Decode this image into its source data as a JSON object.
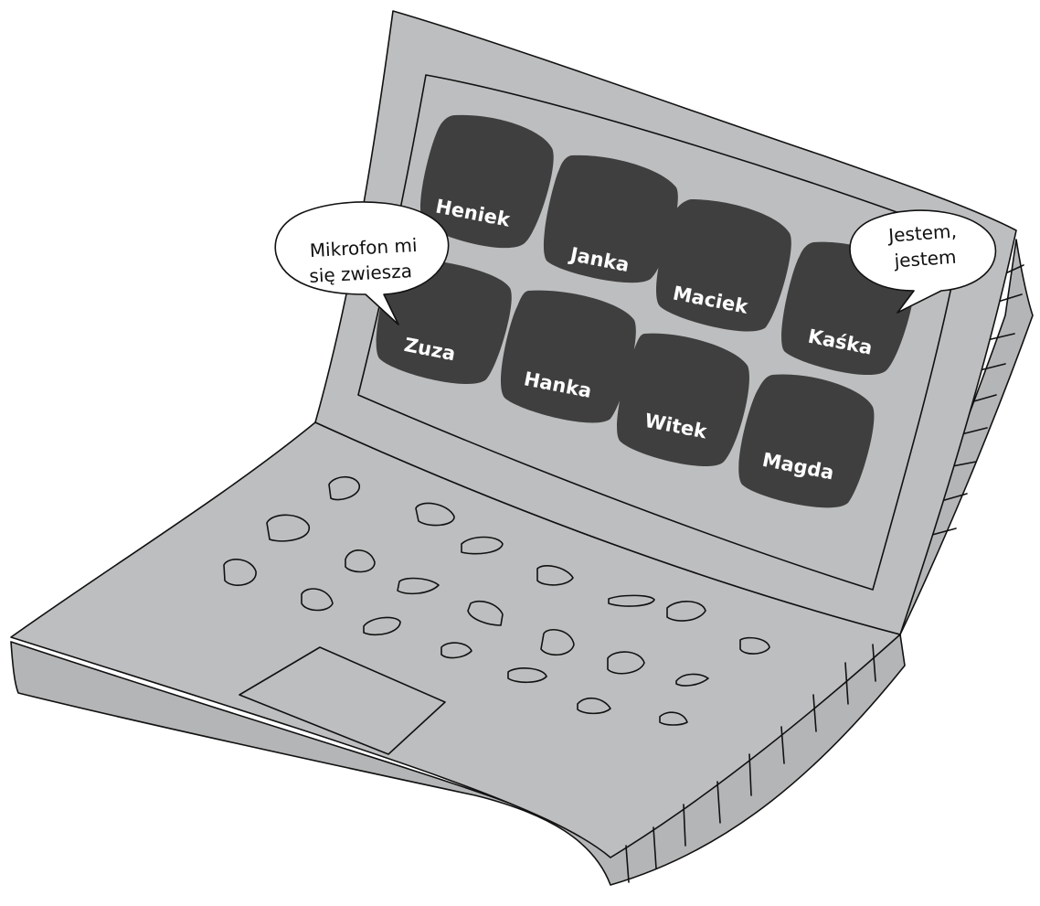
{
  "participants": [
    {
      "name": "Heniek"
    },
    {
      "name": "Janka"
    },
    {
      "name": "Maciek"
    },
    {
      "name": "Kaśka"
    },
    {
      "name": "Zuza"
    },
    {
      "name": "Hanka"
    },
    {
      "name": "Witek"
    },
    {
      "name": "Magda"
    }
  ],
  "bubbles": {
    "left": {
      "line1": "Mikrofon mi",
      "line2": "się zwiesza"
    },
    "right": {
      "line1": "Jestem,",
      "line2": "jestem"
    }
  },
  "colors": {
    "body": "#bdbebf",
    "tile": "#3f3f3f",
    "outline": "#111111",
    "bubble": "#ffffff"
  }
}
